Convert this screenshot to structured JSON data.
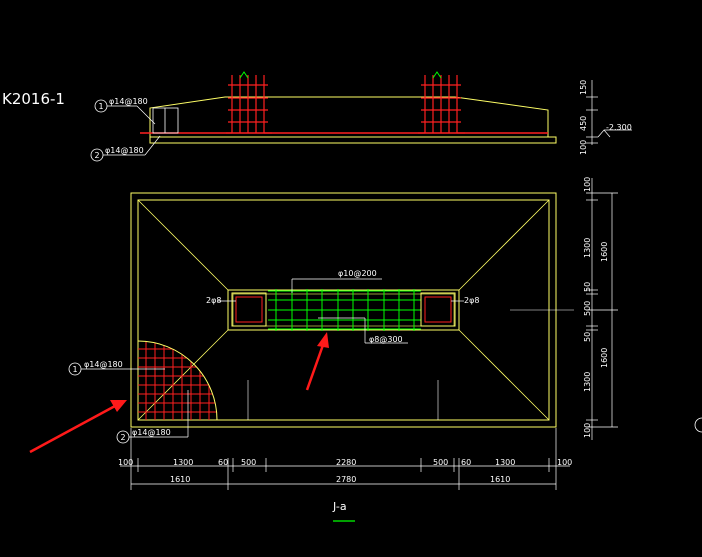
{
  "drawing_ref": "K2016-1",
  "section": {
    "tag1_num": "1",
    "tag1_text": "φ14@180",
    "tag2_num": "2",
    "tag2_text": "φ14@180",
    "dims_right": [
      "150",
      "450",
      "100"
    ],
    "elevation": "-2.300"
  },
  "plan": {
    "label_beam_top": "φ10@200",
    "label_beam_bottom": "φ8@300",
    "label_left_col": "2φ8",
    "label_right_col": "2φ8",
    "tag1_num": "1",
    "tag1_text": "φ14@180",
    "tag2_num": "2",
    "tag2_text": "φ14@180",
    "dims_right_a": [
      "100",
      "1300",
      "50",
      "500",
      "50",
      "1300",
      "100"
    ],
    "dims_right_b": [
      "1600",
      "1600"
    ],
    "dims_bottom_a": [
      "100",
      "1300",
      "60",
      "500",
      "2280",
      "500",
      "60",
      "1300",
      "100"
    ],
    "dims_bottom_b": [
      "1610",
      "2780",
      "1610"
    ],
    "title": "J-a"
  },
  "colors": {
    "outline": "#ffff66",
    "rebar_red": "#ff2020",
    "rebar_green": "#00ff00",
    "dim": "#ffffff",
    "arrow": "#ff1a1a"
  }
}
